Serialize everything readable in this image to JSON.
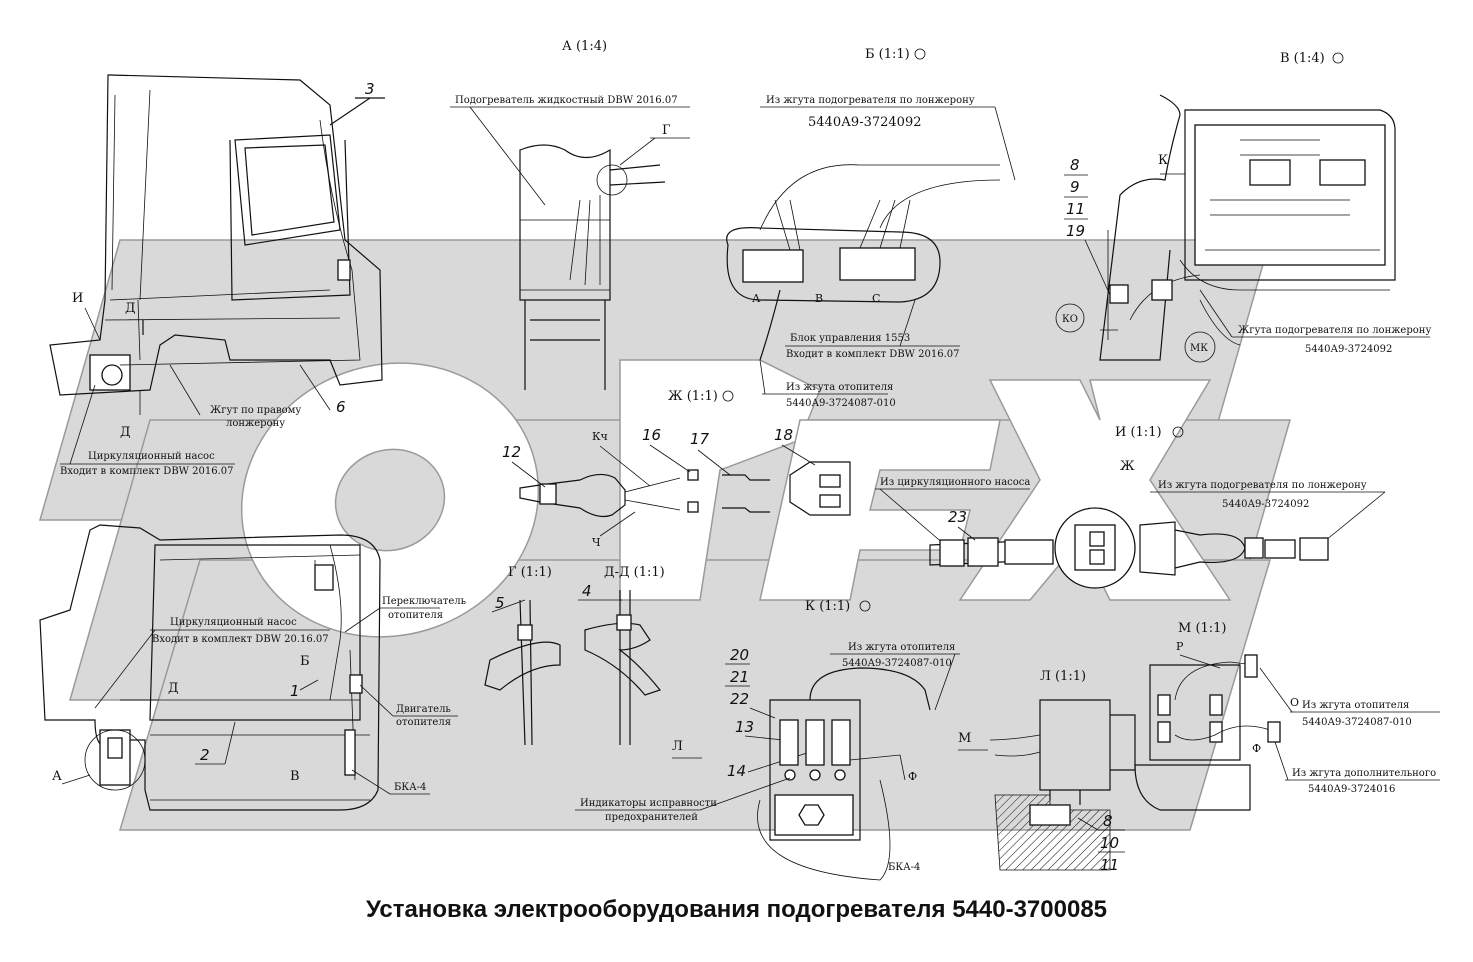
{
  "title": "Установка электрооборудования подогревателя 5440-3700085",
  "views": {
    "a": "А (1:4)",
    "b": "Б (1:1)",
    "v": "В (1:4)",
    "zh": "Ж (1:1)",
    "i": "И (1:1)",
    "g": "Г (1:1)",
    "dd": "Д-Д (1:1)",
    "k": "К (1:1)",
    "l": "Л (1:1)",
    "m": "М (1:1)"
  },
  "callouts": {
    "heater_liquid": "Подогреватель жидкостный DBW 2016.07",
    "from_heater_harness_along_spar": "Из жгута подогревателя  по лонжерону",
    "harness_5440a9_3724092": "5440А9-3724092",
    "control_unit_1553": "Блок управления 1553",
    "included_kit_dbw_2016": "Входит в комплект DBW 2016.07",
    "from_heater_harness_otop": "Из жгута отопителя",
    "harness_5440a9_3724087_010": "5440А9-3724087-010",
    "harness_along_right_spar": "Жгут по правому",
    "spar_word": "лонжерону",
    "circ_pump": "Циркуляционный насос",
    "included_kit_dbw_2016_b": "Входит в комплект DBW 2016.07",
    "circ_pump_2": "Циркуляционный насос",
    "included_kit_dbw_20_16": "Входит в комплект DBW 20.16.07",
    "switch_heater_1": "Переключатель",
    "switch_heater_2": "отопителя",
    "engine_heater_1": "Двигатель",
    "engine_heater_2": "отопителя",
    "bka4": "БКА-4",
    "bka4_b": "БКА-4",
    "from_circ_pump": "Из циркуляционного насоса",
    "from_heater_harness_spar_2": "Из жгута подогревателя по лонжерону",
    "harness_5440a9_3724092_b": "5440А9-3724092",
    "heater_harness_along_spar": "Жгута подогревателя по лонжерону",
    "harness_5440a9_3724092_c": "5440А9-3724092",
    "from_heater_harness_otop_2": "Из жгута отопителя",
    "harness_5440a9_3724087_010_b": "5440А9-3724087-010",
    "from_heater_harness_otop_3": "Из жгута отопителя",
    "harness_5440a9_3724087_010_c": "5440А9-3724087-010",
    "from_additional_harness": "Из жгута дополнительного",
    "harness_5440a9_3724016": "5440А9-3724016",
    "fuse_indicators_1": "Индикаторы исправности",
    "fuse_indicators_2": "предохранителей"
  },
  "letters": {
    "i": "И",
    "d1": "Д",
    "d2": "Д",
    "d3": "Д",
    "g": "Г",
    "k": "К",
    "zh": "Ж",
    "b": "Б",
    "v": "В",
    "a_cab": "А",
    "l": "Л",
    "m": "М",
    "kch": "Кч",
    "ch": "Ч",
    "conn_a": "А",
    "conn_v": "В",
    "conn_s": "С",
    "f1": "Ф",
    "f2": "Ф",
    "r": "Р",
    "o": "О",
    "ko": "КО",
    "mk": "МК"
  },
  "part_numbers": {
    "n1": "1",
    "n2": "2",
    "n3": "3",
    "n4": "4",
    "n5": "5",
    "n6": "6",
    "n8a": "8",
    "n9": "9",
    "n11a": "11",
    "n19": "19",
    "n12": "12",
    "n16": "16",
    "n17": "17",
    "n18": "18",
    "n23": "23",
    "n20": "20",
    "n21": "21",
    "n22": "22",
    "n13": "13",
    "n14": "14",
    "n8b": "8",
    "n10": "10",
    "n11b": "11"
  },
  "watermark": "OREX"
}
